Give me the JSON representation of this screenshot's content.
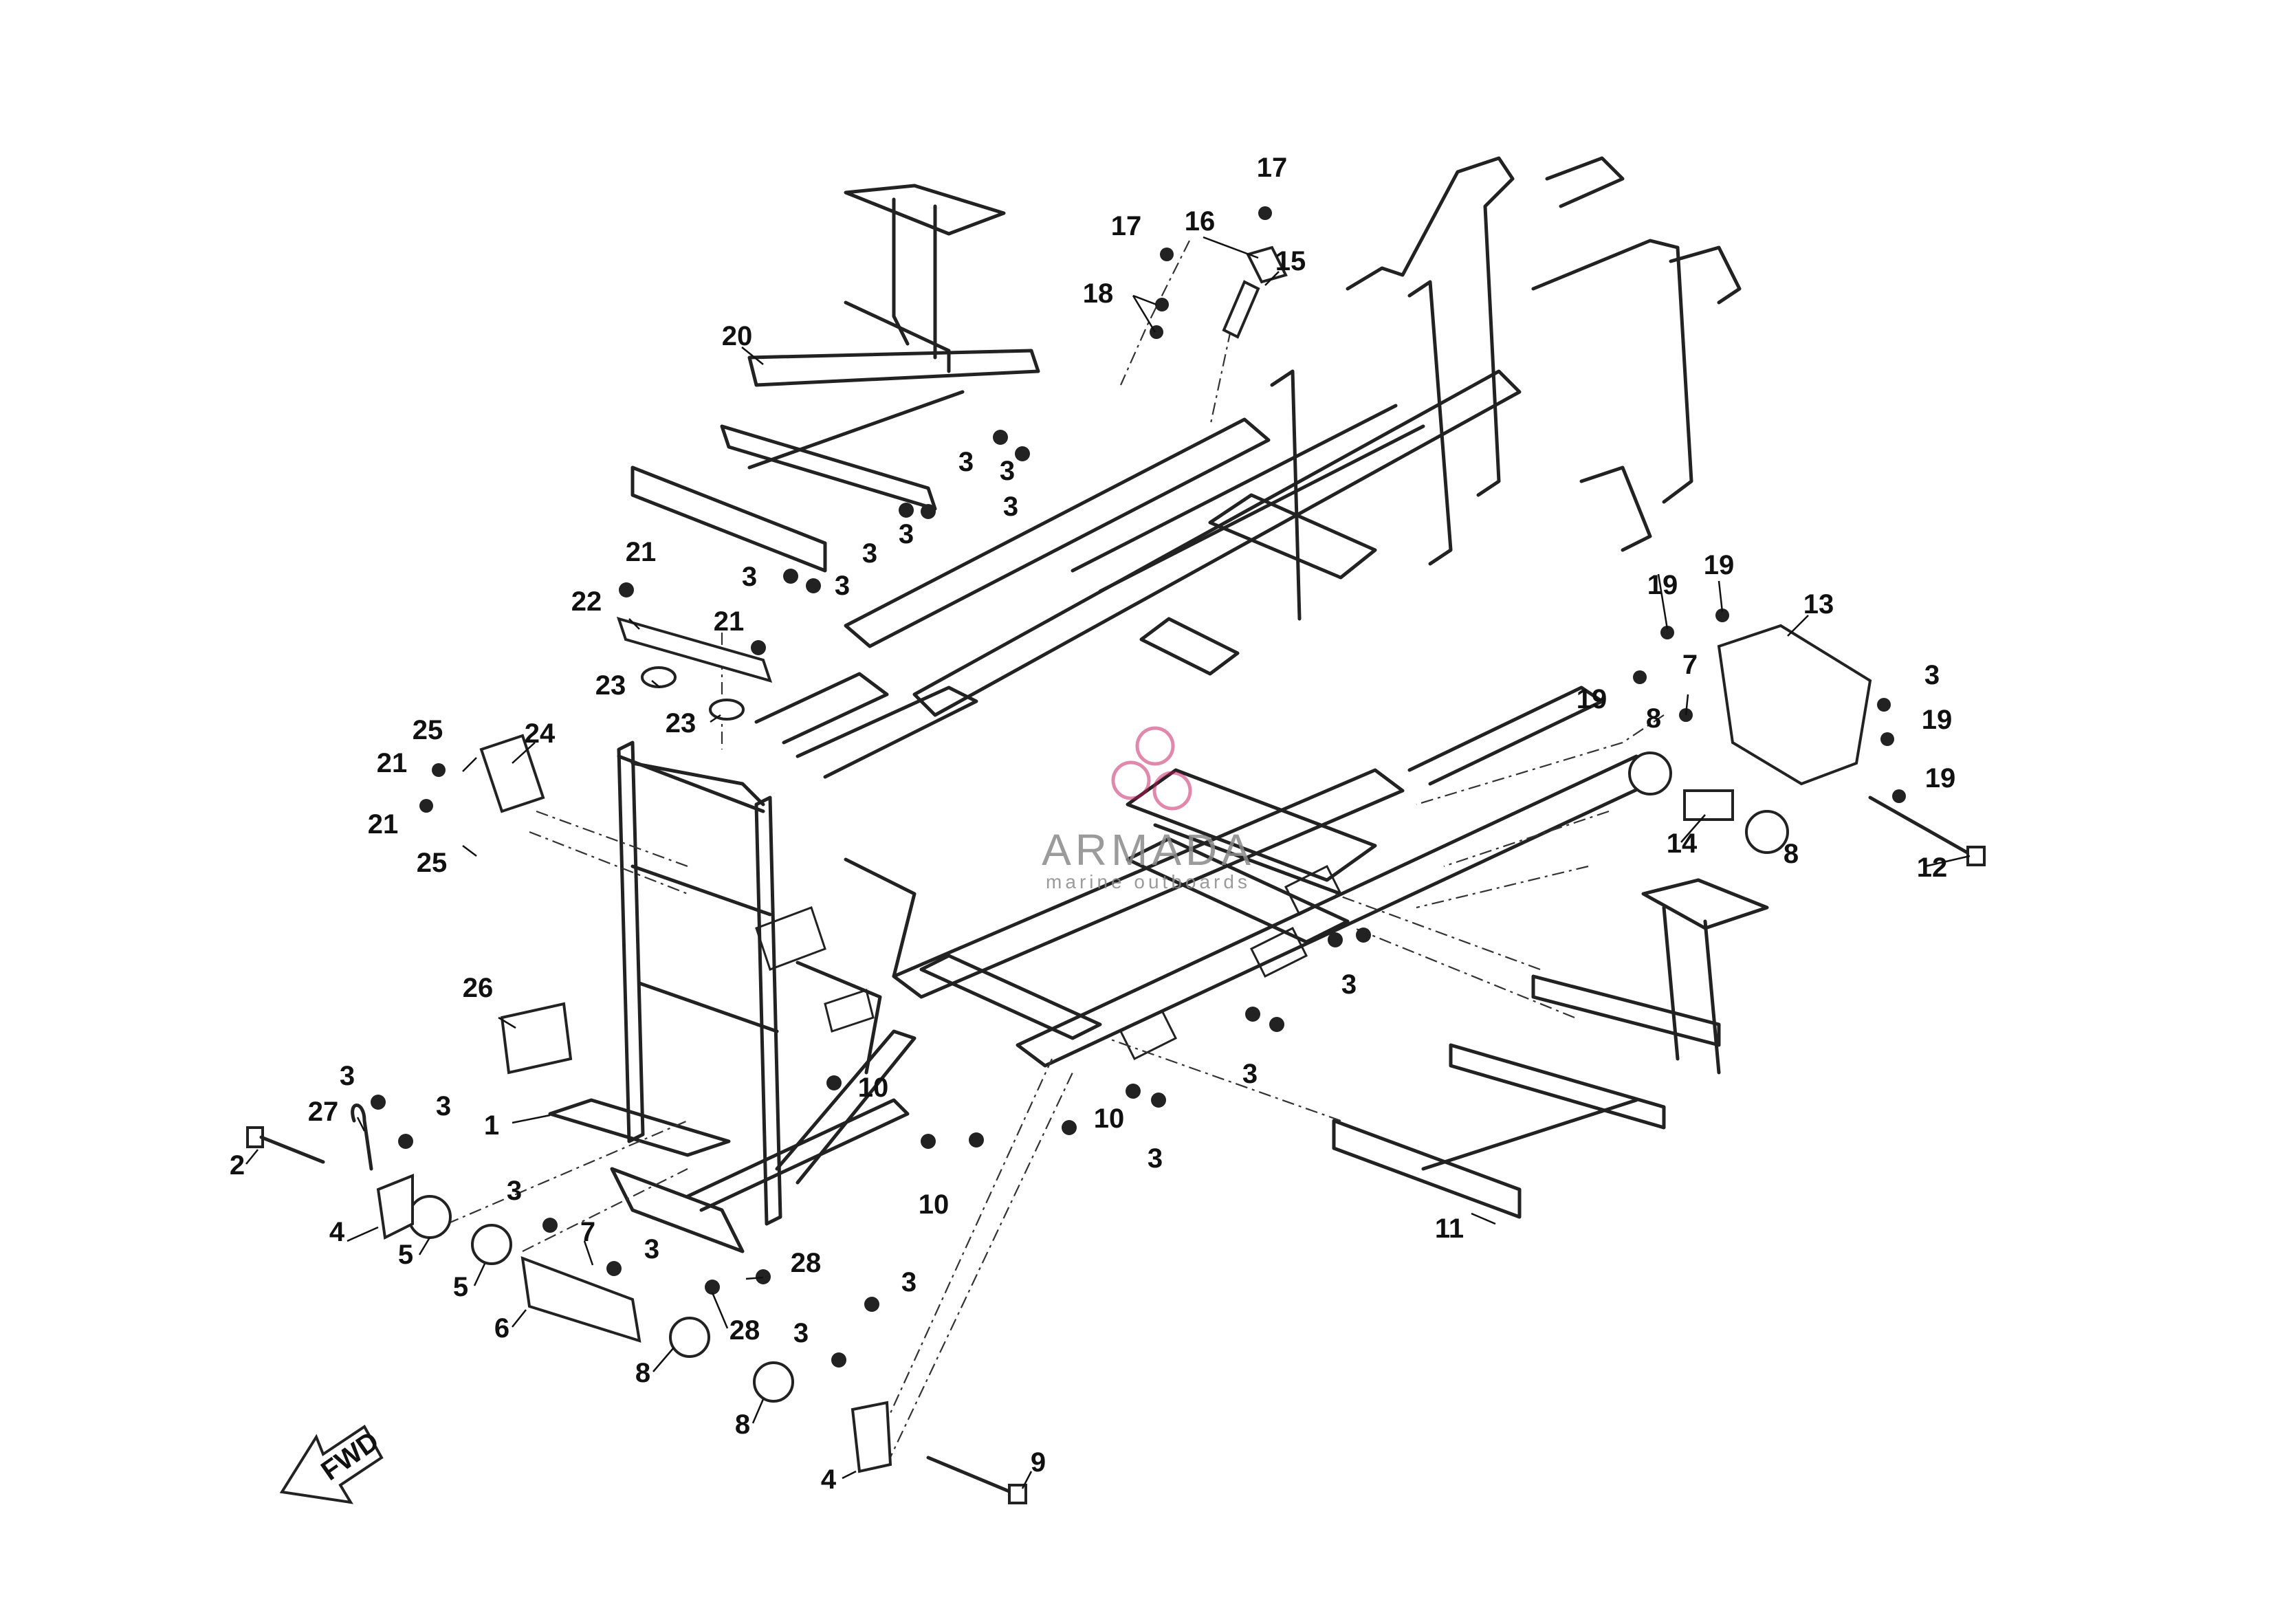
{
  "diagram": {
    "callouts": [
      {
        "id": "c1",
        "text": "1"
      },
      {
        "id": "c2",
        "text": "2"
      },
      {
        "id": "c3a",
        "text": "3"
      },
      {
        "id": "c3b",
        "text": "3"
      },
      {
        "id": "c3c",
        "text": "3"
      },
      {
        "id": "c3d",
        "text": "3"
      },
      {
        "id": "c3e",
        "text": "3"
      },
      {
        "id": "c3f",
        "text": "3"
      },
      {
        "id": "c3g",
        "text": "3"
      },
      {
        "id": "c3h",
        "text": "3"
      },
      {
        "id": "c3i",
        "text": "3"
      },
      {
        "id": "c3j",
        "text": "3"
      },
      {
        "id": "c3k",
        "text": "3"
      },
      {
        "id": "c3l",
        "text": "3"
      },
      {
        "id": "c3m",
        "text": "3"
      },
      {
        "id": "c3n",
        "text": "3"
      },
      {
        "id": "c3o",
        "text": "3"
      },
      {
        "id": "c3p",
        "text": "3"
      },
      {
        "id": "c3q",
        "text": "3"
      },
      {
        "id": "c4a",
        "text": "4"
      },
      {
        "id": "c4b",
        "text": "4"
      },
      {
        "id": "c5a",
        "text": "5"
      },
      {
        "id": "c5b",
        "text": "5"
      },
      {
        "id": "c6",
        "text": "6"
      },
      {
        "id": "c7a",
        "text": "7"
      },
      {
        "id": "c7b",
        "text": "7"
      },
      {
        "id": "c8a",
        "text": "8"
      },
      {
        "id": "c8b",
        "text": "8"
      },
      {
        "id": "c8c",
        "text": "8"
      },
      {
        "id": "c8d",
        "text": "8"
      },
      {
        "id": "c9",
        "text": "9"
      },
      {
        "id": "c10a",
        "text": "10"
      },
      {
        "id": "c10b",
        "text": "10"
      },
      {
        "id": "c10c",
        "text": "10"
      },
      {
        "id": "c11",
        "text": "11"
      },
      {
        "id": "c12",
        "text": "12"
      },
      {
        "id": "c13",
        "text": "13"
      },
      {
        "id": "c14",
        "text": "14"
      },
      {
        "id": "c15",
        "text": "15"
      },
      {
        "id": "c16",
        "text": "16"
      },
      {
        "id": "c17a",
        "text": "17"
      },
      {
        "id": "c17b",
        "text": "17"
      },
      {
        "id": "c18",
        "text": "18"
      },
      {
        "id": "c19a",
        "text": "19"
      },
      {
        "id": "c19b",
        "text": "19"
      },
      {
        "id": "c19c",
        "text": "19"
      },
      {
        "id": "c19d",
        "text": "19"
      },
      {
        "id": "c19e",
        "text": "19"
      },
      {
        "id": "c20",
        "text": "20"
      },
      {
        "id": "c21a",
        "text": "21"
      },
      {
        "id": "c21b",
        "text": "21"
      },
      {
        "id": "c21c",
        "text": "21"
      },
      {
        "id": "c21d",
        "text": "21"
      },
      {
        "id": "c22",
        "text": "22"
      },
      {
        "id": "c23a",
        "text": "23"
      },
      {
        "id": "c23b",
        "text": "23"
      },
      {
        "id": "c24",
        "text": "24"
      },
      {
        "id": "c25a",
        "text": "25"
      },
      {
        "id": "c25b",
        "text": "25"
      },
      {
        "id": "c26",
        "text": "26"
      },
      {
        "id": "c27",
        "text": "27"
      },
      {
        "id": "c28a",
        "text": "28"
      },
      {
        "id": "c28b",
        "text": "28"
      }
    ],
    "fwd_arrow_text": "FWD"
  },
  "watermark": {
    "brand": "ARMADA",
    "tagline": "marine outboards",
    "accent_color": "#c2185b"
  }
}
